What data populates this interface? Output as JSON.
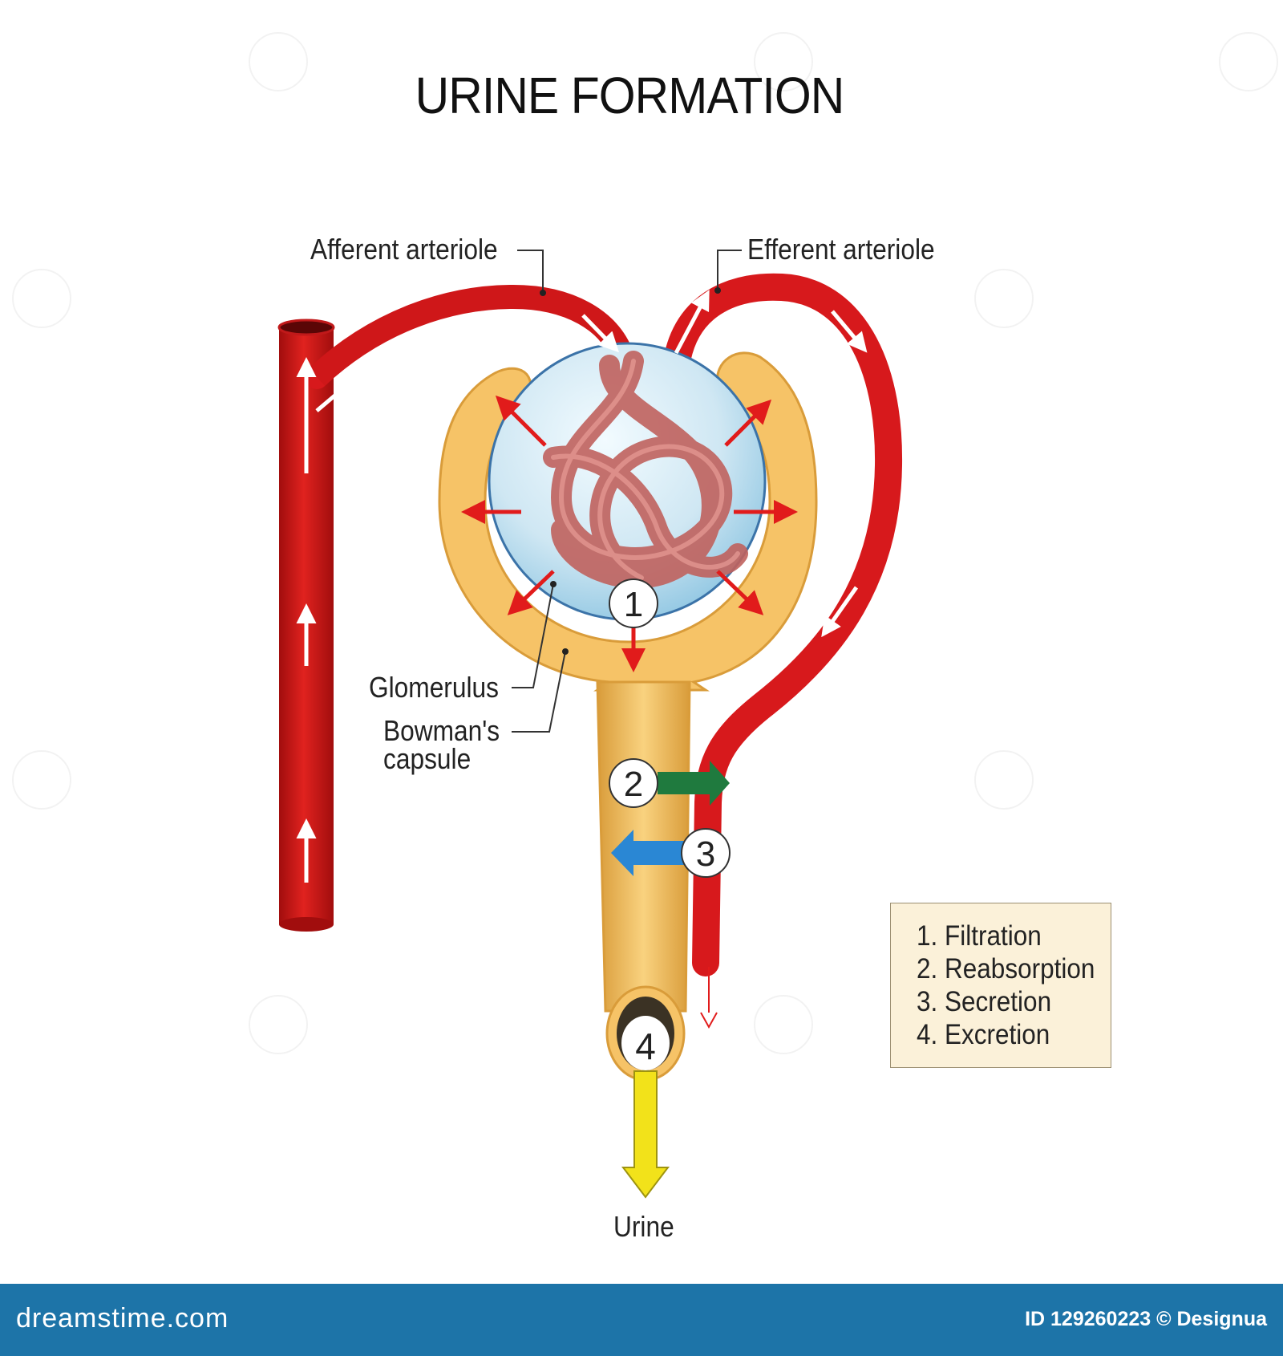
{
  "title": "URINE FORMATION",
  "labels": {
    "afferent": "Afferent arteriole",
    "efferent": "Efferent arteriole",
    "glomerulus": "Glomerulus",
    "bowmans_line1": "Bowman's",
    "bowmans_line2": "capsule",
    "urine": "Urine"
  },
  "markers": [
    "1",
    "2",
    "3",
    "4"
  ],
  "legend": [
    "1. Filtration",
    "2. Reabsorption",
    "3. Secretion",
    "4. Excretion"
  ],
  "footer": {
    "brand": "dreamstime.com",
    "id_text": "ID 129260223 © Designua"
  },
  "icons": [
    "filtration-arrow-icon",
    "reabsorption-arrow-icon",
    "secretion-arrow-icon",
    "excretion-arrow-icon",
    "flow-arrow-icon"
  ],
  "colors": {
    "vessel": "#d7191c",
    "vessel_dark": "#a10d0d",
    "capsule": "#f6c367",
    "capsule_dark": "#d99c3a",
    "glomerulus_sphere": "#cfe7f3",
    "filtration": "#e11b1b",
    "reabsorption": "#1f7a3e",
    "secretion": "#2a87d4",
    "excretion": "#f2e21a",
    "footer": "#1d74a8"
  }
}
